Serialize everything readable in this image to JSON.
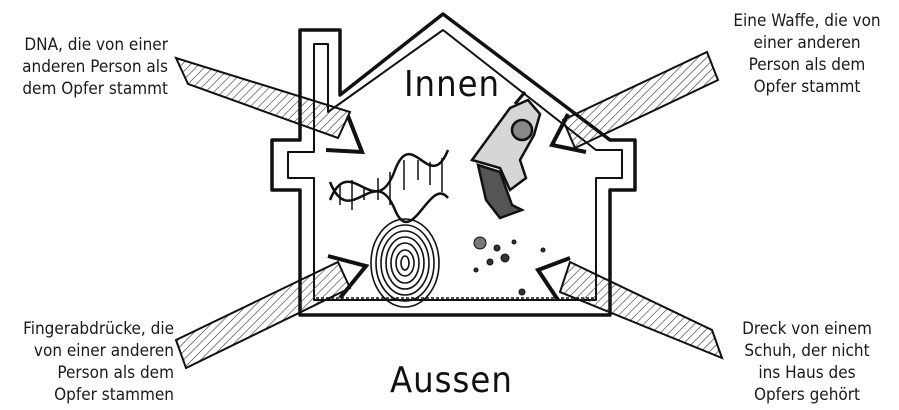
{
  "labels": {
    "inside": "Innen",
    "outside": "Aussen",
    "top_left": "DNA, die von einer\nanderen Person als\ndem Opfer stammt",
    "top_right": "Eine Waffe, die von\neiner anderen\nPerson als dem\nOpfer stammt",
    "bottom_left": "Fingerabdrücke, die\nvon einer anderen\nPerson als dem\nOpfer stammen",
    "bottom_right": "Dreck von einem\nSchuh, der nicht\nins Haus des\nOpfers gehört"
  },
  "icons": [
    "house-icon",
    "dna-icon",
    "gun-icon",
    "fingerprint-icon",
    "dirt-icon",
    "arrow-icon"
  ],
  "colors": {
    "ink": "#1a1a1a",
    "paper": "#ffffff"
  }
}
